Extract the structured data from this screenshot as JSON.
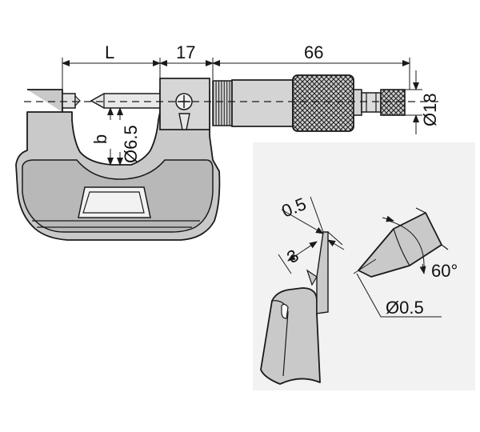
{
  "labels": {
    "length": "L",
    "width17": "17",
    "width66": "66",
    "dia18": "Ø18",
    "dia65": "Ø6.5",
    "b": "b",
    "thickness05": "0.5",
    "three": "3",
    "angle60": "60°",
    "tipdia05": "Ø0.5"
  },
  "colors": {
    "body_fill": "#c9c9c9",
    "inset_fill": "#e3e3e3",
    "panel_fill": "#f2f2f2",
    "stroke": "#1a1a1a"
  }
}
